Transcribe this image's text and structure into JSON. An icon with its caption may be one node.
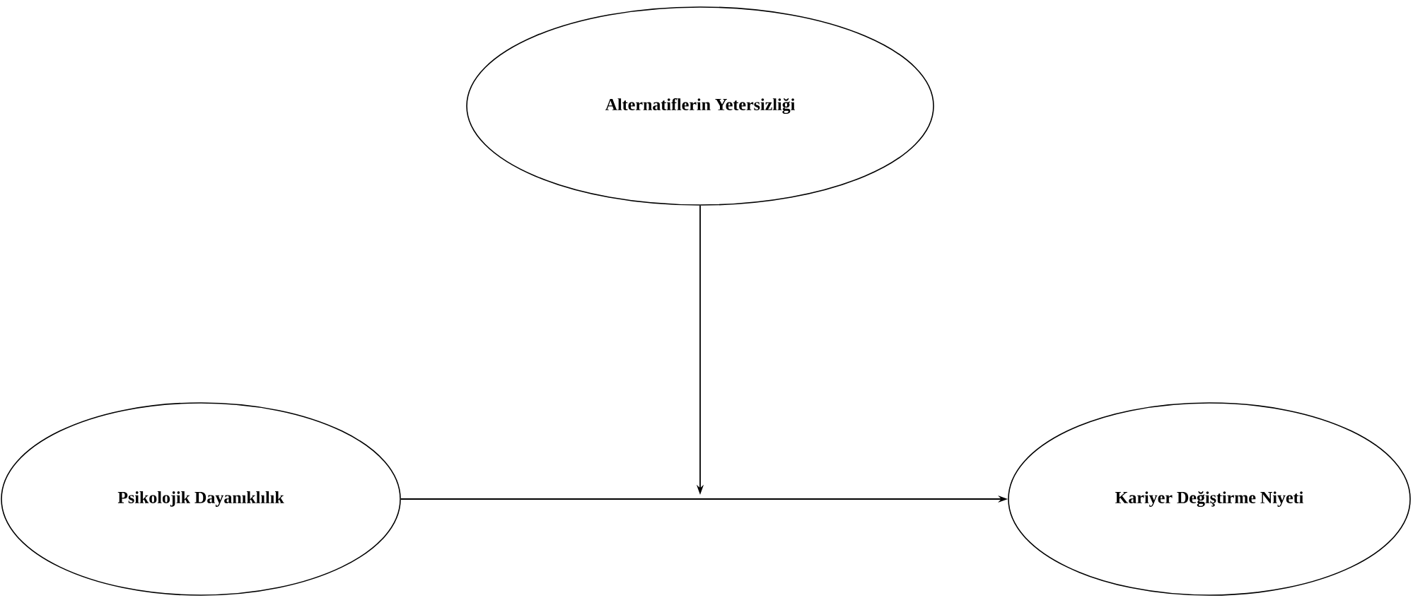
{
  "diagram": {
    "nodes": [
      {
        "text": [
          "Alternatiflerin Yetersizliği"
        ]
      },
      {
        "text": [
          "Psikolojik Dayanıklılık"
        ]
      },
      {
        "text": [
          "Kariyer Değiştirme Niyeti"
        ]
      }
    ],
    "edges": [
      {
        "from": 0,
        "to": null,
        "arrow": "to"
      },
      {
        "from": 1,
        "to": 2,
        "arrow": "to"
      }
    ]
  }
}
